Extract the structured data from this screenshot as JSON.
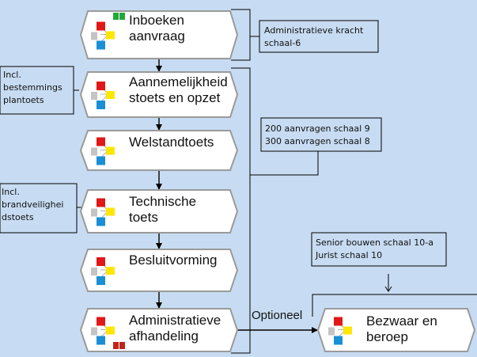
{
  "processes": [
    {
      "id": "p1",
      "label": "Inboeken\naanvraag"
    },
    {
      "id": "p2",
      "label": "Aannemelijkheid\nstoets en opzet"
    },
    {
      "id": "p3",
      "label": "Welstandtoets"
    },
    {
      "id": "p4",
      "label": "Technische\ntoets"
    },
    {
      "id": "p5",
      "label": "Besluitvorming"
    },
    {
      "id": "p6",
      "label": "Administratieve\nafhandeling"
    },
    {
      "id": "p7",
      "label": "Bezwaar en\nberoep"
    }
  ],
  "notes": [
    {
      "id": "n1",
      "text": "Administratieve kracht\nschaal-6"
    },
    {
      "id": "n2",
      "text": "Incl.\nbestemmings\nplantoets"
    },
    {
      "id": "n3",
      "text": "200 aanvragen schaal 9\n300 aanvragen schaal 8"
    },
    {
      "id": "n4",
      "text": "Incl.\nbrandveilighei\ndstoets"
    },
    {
      "id": "n5",
      "text": "Senior bouwen schaal 10-a\nJurist schaal 10"
    }
  ],
  "edge_label": "Optioneel",
  "colors": {
    "background": "#c7dcf2",
    "node_fill": "#ffffff",
    "node_border": "#9a9a9a",
    "red": "#e01818",
    "yellow": "#ffe600",
    "blue": "#1a8fd6",
    "gray": "#c4c4c4",
    "green": "#22a83a",
    "dark_red": "#c0251b"
  },
  "icons": [
    "process-network-icon",
    "green-flag-icon",
    "red-flag-icon"
  ]
}
